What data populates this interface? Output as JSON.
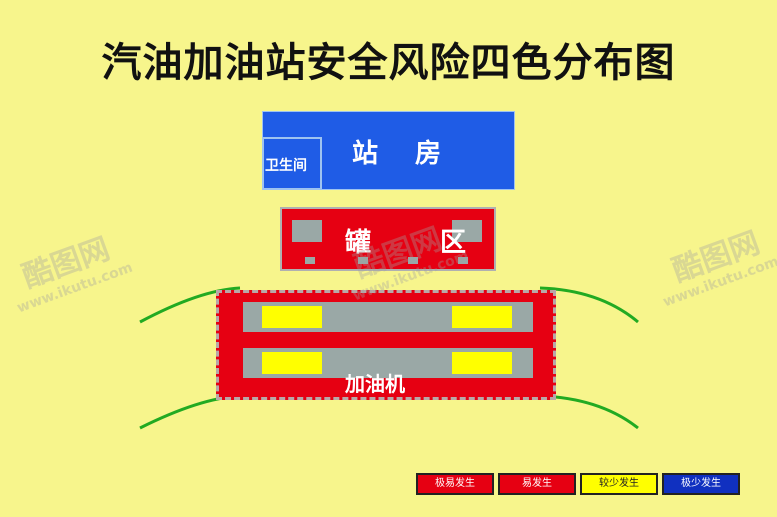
{
  "title": "汽油加油站安全风险四色分布图",
  "zones": {
    "station": "站 房",
    "restroom": "卫生间",
    "tank_area": "罐 区",
    "dispenser": "加油机"
  },
  "legend": [
    {
      "label": "极易发生",
      "color": "#e60012",
      "text_color": "#ffffff"
    },
    {
      "label": "易发生",
      "color": "#e60012",
      "text_color": "#ffffff"
    },
    {
      "label": "较少发生",
      "color": "#ffff00",
      "text_color": "#222222"
    },
    {
      "label": "极少发生",
      "color": "#1030c0",
      "text_color": "#ffffff"
    }
  ],
  "watermark": {
    "brand": "酷图网",
    "url": "www.ikutu.com"
  },
  "colors": {
    "background": "#f7f58c",
    "blue": "#1f5ce6",
    "red": "#e60012",
    "yellow": "#ffff00",
    "gray": "#9aa8a6",
    "road": "#22aa22"
  }
}
